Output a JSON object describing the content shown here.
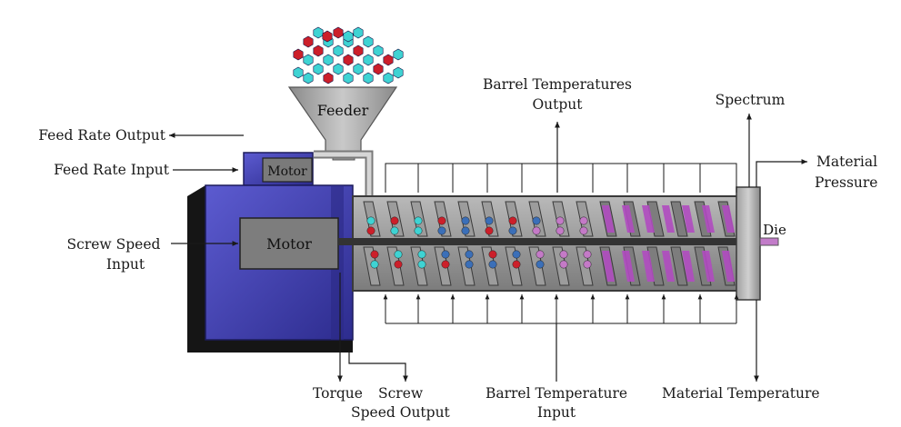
{
  "labels": {
    "feeder": "Feeder",
    "motor_small": "Motor",
    "motor_large": "Motor",
    "die": "Die",
    "feed_rate_output": "Feed Rate Output",
    "feed_rate_input": "Feed Rate Input",
    "screw_speed_input_1": "Screw Speed",
    "screw_speed_input_2": "Input",
    "barrel_temp_output_1": "Barrel Temperatures",
    "barrel_temp_output_2": "Output",
    "spectrum": "Spectrum",
    "material_pressure_1": "Material",
    "material_pressure_2": "Pressure",
    "torque": "Torque",
    "screw_speed_output_1": "Screw",
    "screw_speed_output_2": "Speed Output",
    "barrel_temp_input_1": "Barrel Temperature",
    "barrel_temp_input_2": "Input",
    "material_temperature": "Material Temperature"
  },
  "colors": {
    "motor_blue": "#3b3aa8",
    "barrel_gray": "#8f8f8f",
    "pellet_red": "#cc1f2a",
    "pellet_cyan": "#3fd3d3",
    "pellet_blue": "#3b6fb8",
    "pellet_pink": "#c47ac7",
    "melt_purple": "#b04bc0"
  }
}
